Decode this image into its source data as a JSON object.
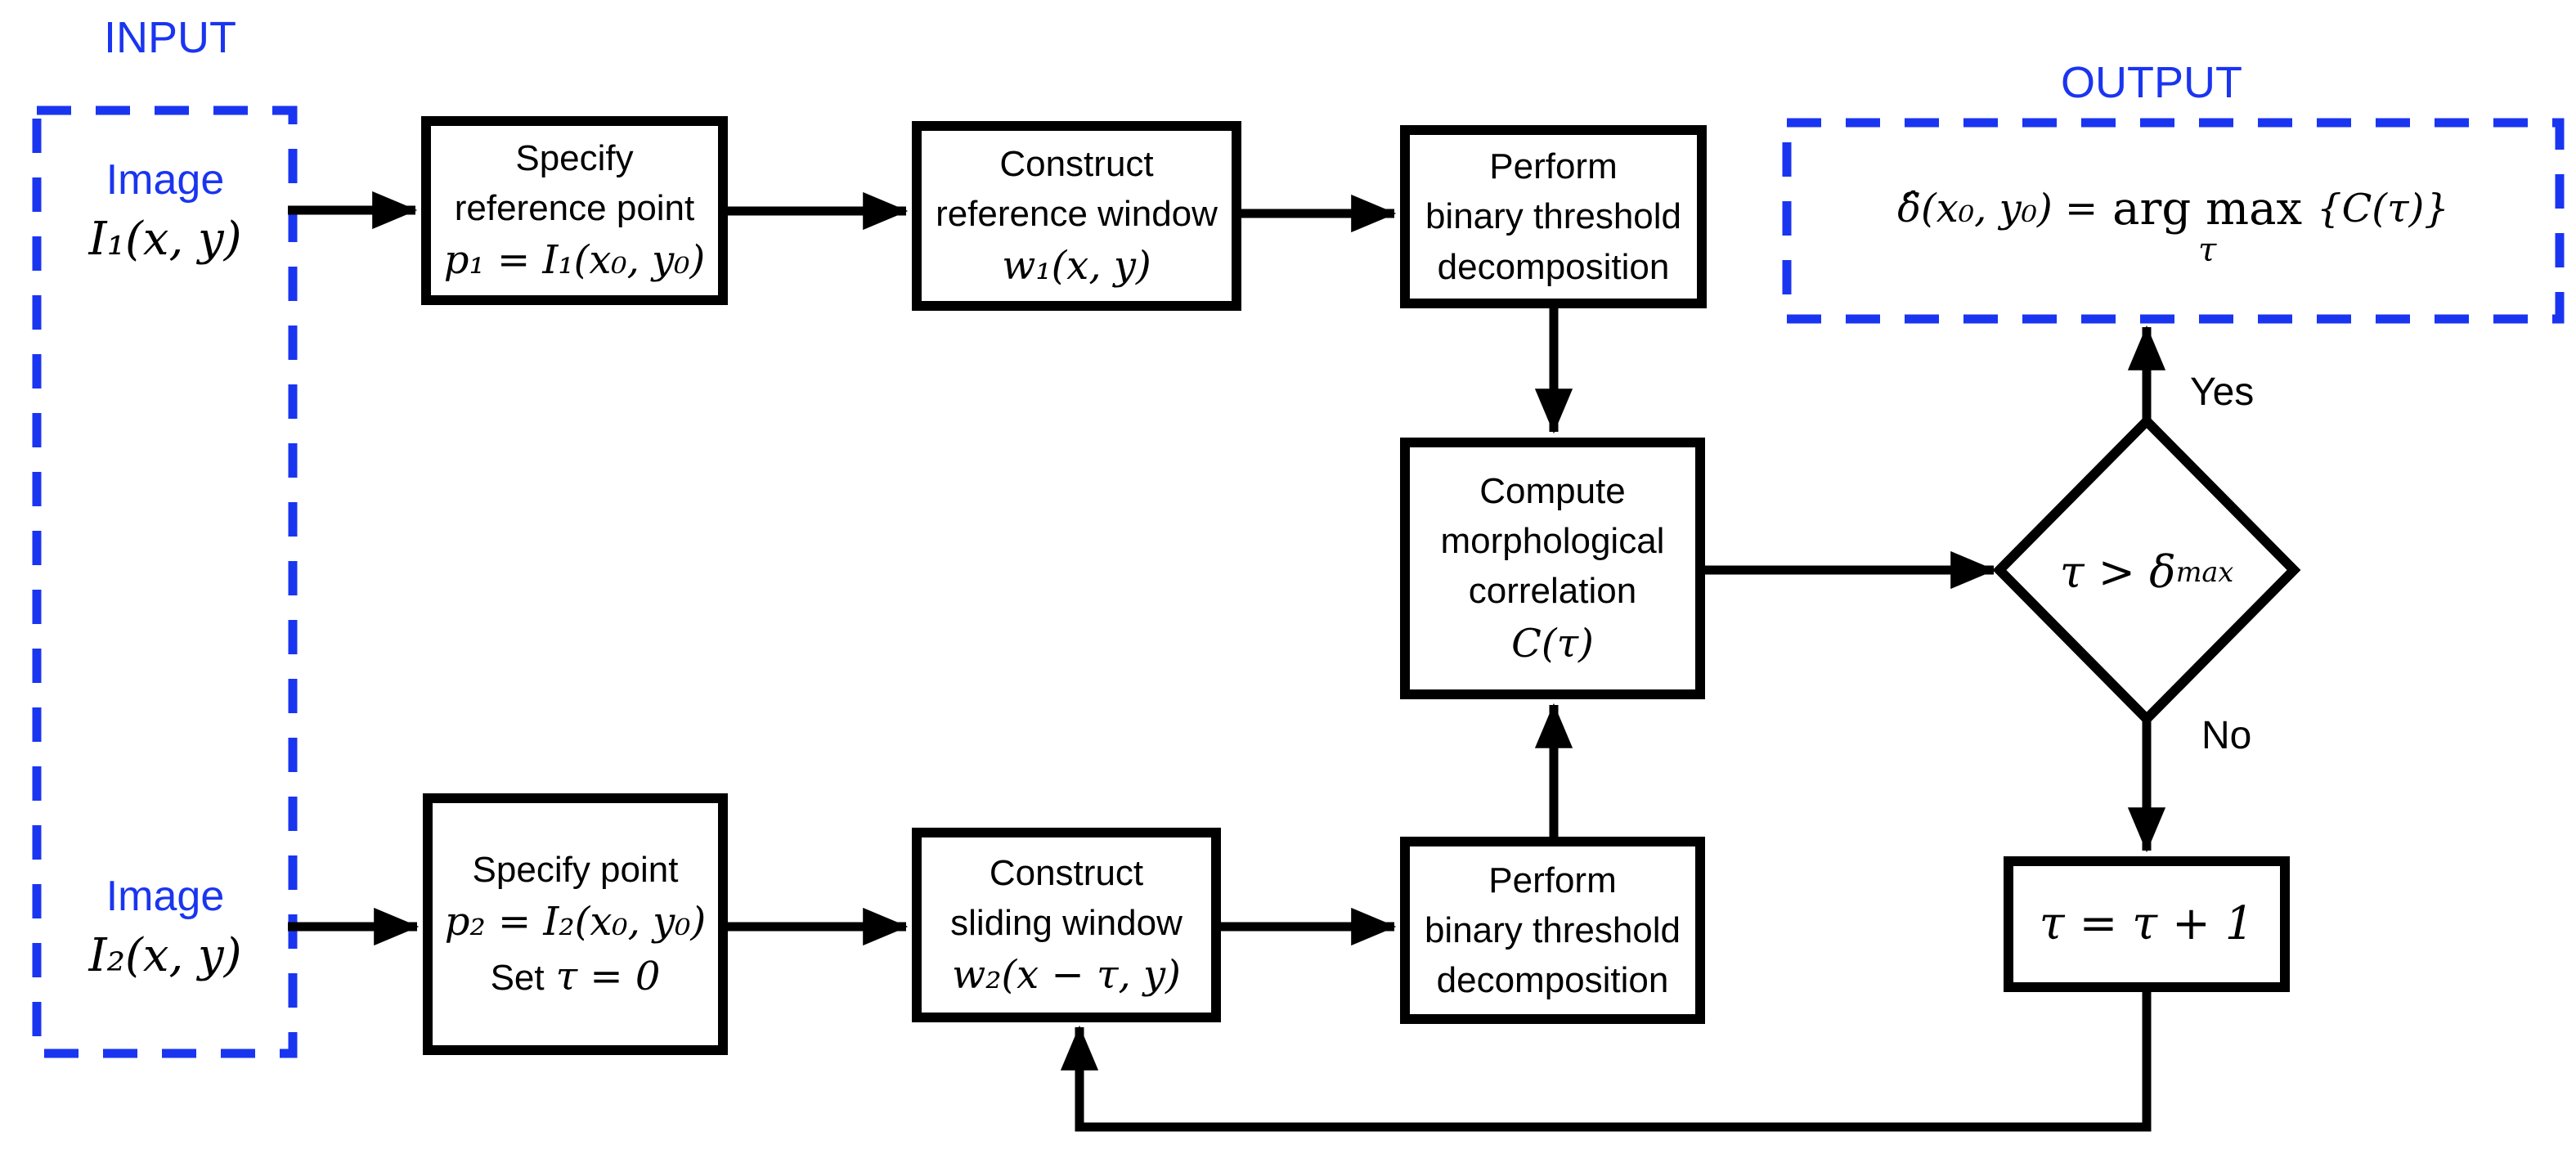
{
  "colors": {
    "accent_blue": "#1a35f0",
    "line_black": "#000000",
    "background": "#ffffff"
  },
  "input_section": {
    "label": "INPUT",
    "items": [
      {
        "caption": "Image",
        "formula": "I₁(x, y)"
      },
      {
        "caption": "Image",
        "formula": "I₂(x, y)"
      }
    ]
  },
  "output_section": {
    "label": "OUTPUT",
    "formula": {
      "left": "δ̂(x₀, y₀) =",
      "argmax": "arg max",
      "tau": "τ",
      "right": "{C(τ)}"
    }
  },
  "nodes": {
    "specify_ref": {
      "line1": "Specify",
      "line2": "reference point",
      "math": "p₁ = I₁(x₀, y₀)"
    },
    "construct_ref": {
      "line1": "Construct",
      "line2": "reference window",
      "math": "w₁(x, y)"
    },
    "decomp_top": {
      "line1": "Perform",
      "line2": "binary threshold",
      "line3": "decomposition"
    },
    "compute": {
      "line1": "Compute",
      "line2": "morphological",
      "line3": "correlation",
      "math": "C(τ)"
    },
    "specify_point": {
      "line1": "Specify point",
      "math": "p₂ = I₂(x₀, y₀)",
      "set_label": "Set",
      "set_math": "τ = 0"
    },
    "construct_sliding": {
      "line1": "Construct",
      "line2": "sliding window",
      "math": "w₂(x − τ, y)"
    },
    "decomp_bottom": {
      "line1": "Perform",
      "line2": "binary threshold",
      "line3": "decomposition"
    },
    "increment": {
      "math": "τ = τ + 1"
    }
  },
  "decision": {
    "cond_main": "τ > δ",
    "cond_sub": "max",
    "yes_label": "Yes",
    "no_label": "No"
  }
}
